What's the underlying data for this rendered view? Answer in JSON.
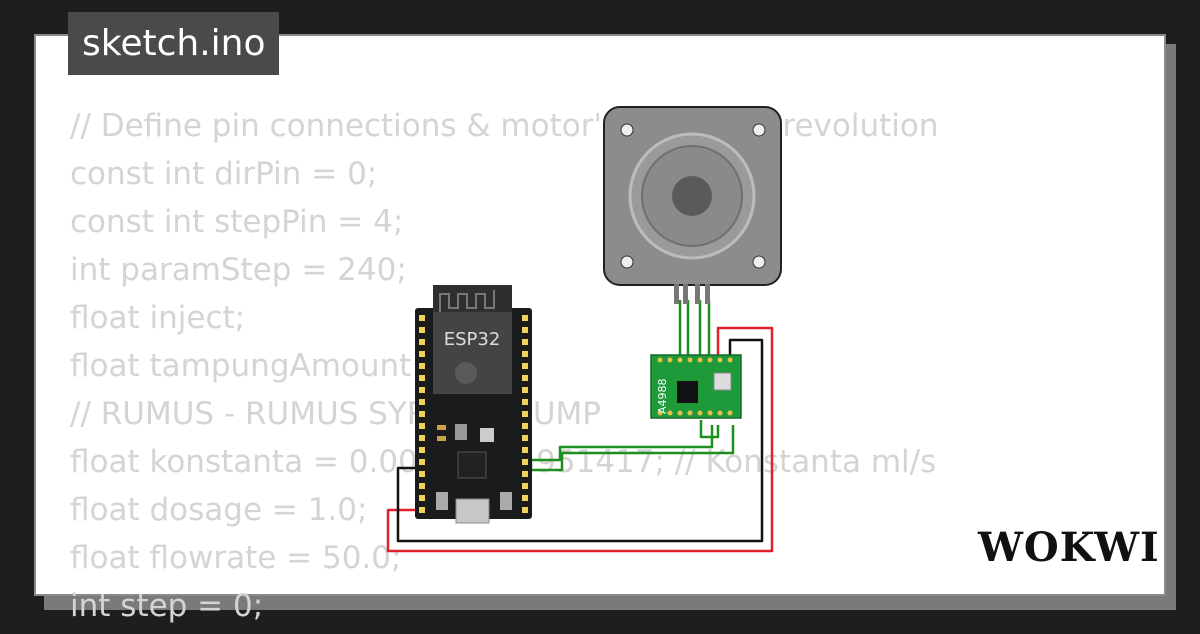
{
  "tab": {
    "filename": "sketch.ino"
  },
  "code_lines": [
    "// Define pin connections & motor's steps per revolution",
    "const int dirPin = 0;",
    "const int stepPin = 4;",
    "int paramStep = 240;",
    "float inject;",
    "float tampungAmount",
    "// RUMUS - RUMUS SYRINGE PUMP",
    "float konstanta = 0.00419095951417; // Konstanta ml/s",
    "float dosage = 1.0;",
    "float flowrate = 50.0;",
    "int step = 0;"
  ],
  "components": {
    "esp32_label": "ESP32",
    "driver_label": "A4988"
  },
  "brand": {
    "logo": "WOKWI"
  },
  "colors": {
    "wire_green": "#1e8f1e",
    "wire_red": "#e0202a",
    "wire_black": "#111111",
    "board": "#1b1b1b",
    "driver_board": "#1f9a3a",
    "motor_body": "#8c8c8c"
  }
}
